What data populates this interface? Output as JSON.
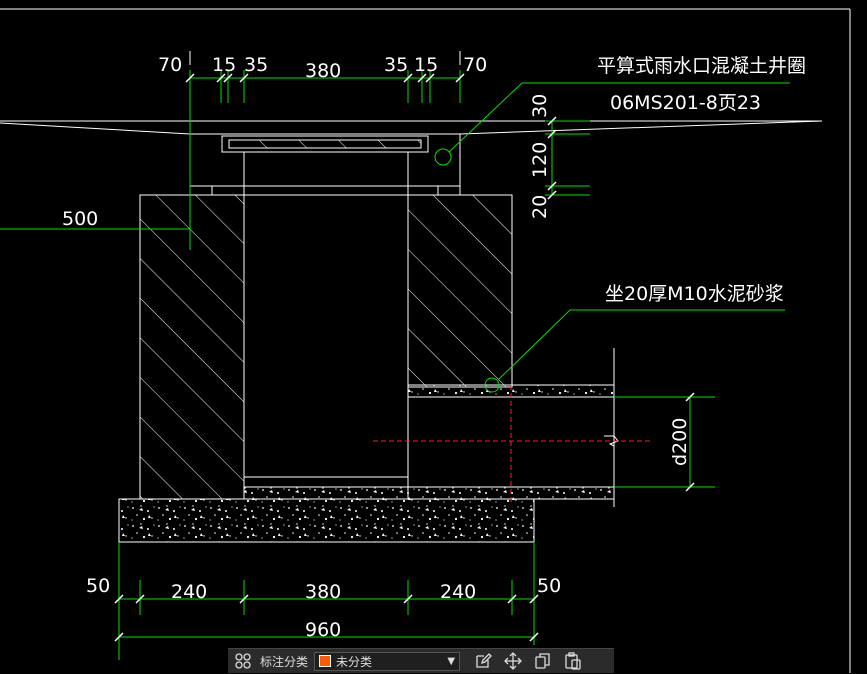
{
  "drawing": {
    "dims_top": [
      "70",
      "15",
      "35",
      "380",
      "35",
      "15",
      "70"
    ],
    "dims_right": [
      "30",
      "120",
      "20"
    ],
    "dim_left": "500",
    "dims_bottom": [
      "50",
      "240",
      "380",
      "240",
      "50"
    ],
    "dim_total": "960",
    "pipe_dim": "d200",
    "note_ring_title": "平算式雨水口混凝土井圈",
    "note_ring_ref": "06MS201-8页23",
    "note_mortar": "坐20厚M10水泥砂浆"
  },
  "toolbar": {
    "label": "标注分类",
    "select_value": "未分类",
    "swatch_color": "#ff5a00"
  },
  "colors": {
    "background": "#000000",
    "lines": "#ffffff",
    "dimension_lines": "#00ff00",
    "centerline": "#ff0000"
  }
}
